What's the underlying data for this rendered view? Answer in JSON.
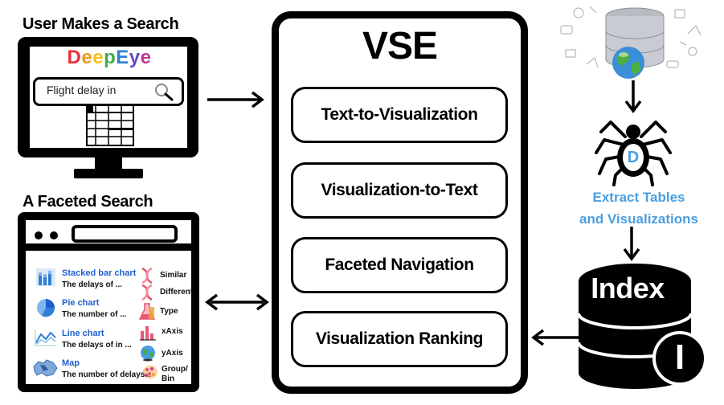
{
  "left": {
    "search_heading": "User Makes a Search",
    "logo_letters": [
      {
        "ch": "D",
        "color": "#e8333a"
      },
      {
        "ch": "e",
        "color": "#f29a1f"
      },
      {
        "ch": "e",
        "color": "#f4c21b"
      },
      {
        "ch": "p",
        "color": "#3fae49"
      },
      {
        "ch": "E",
        "color": "#2f7fd6"
      },
      {
        "ch": "y",
        "color": "#6a47c4"
      },
      {
        "ch": "e",
        "color": "#c0359b"
      }
    ],
    "search_value": "Flight delay in",
    "facet_heading": "A Faceted Search",
    "results": [
      {
        "title": "Stacked bar chart",
        "desc": "The delays of ...",
        "icon": "stacked-bar-chart-icon"
      },
      {
        "title": "Pie chart",
        "desc": "The number of ...",
        "icon": "pie-chart-icon"
      },
      {
        "title": "Line chart",
        "desc": "The delays of in ...",
        "icon": "line-chart-icon"
      },
      {
        "title": "Map",
        "desc": "The number of delays ..",
        "icon": "map-icon"
      }
    ],
    "facets": [
      {
        "label": "Similar",
        "icon": "dna-icon"
      },
      {
        "label": "Different",
        "icon": "dna-icon"
      },
      {
        "label": "Type",
        "icon": "flask-icon"
      },
      {
        "label": "xAxis",
        "icon": "bar-chart-icon"
      },
      {
        "label": "yAxis",
        "icon": "globe-icon"
      },
      {
        "label": "Group/\nBin",
        "icon": "scatter-icon"
      }
    ]
  },
  "vse": {
    "title": "VSE",
    "modules": [
      "Text-to-Visualization",
      "Visualization-to-Text",
      "Faceted Navigation",
      "Visualization Ranking"
    ]
  },
  "right": {
    "crawler_letter": "D",
    "extract_line1": "Extract Tables",
    "extract_line2": "and Visualizations",
    "index_label": "Index",
    "index_badge": "I",
    "accent_color": "#4a9ee0"
  }
}
